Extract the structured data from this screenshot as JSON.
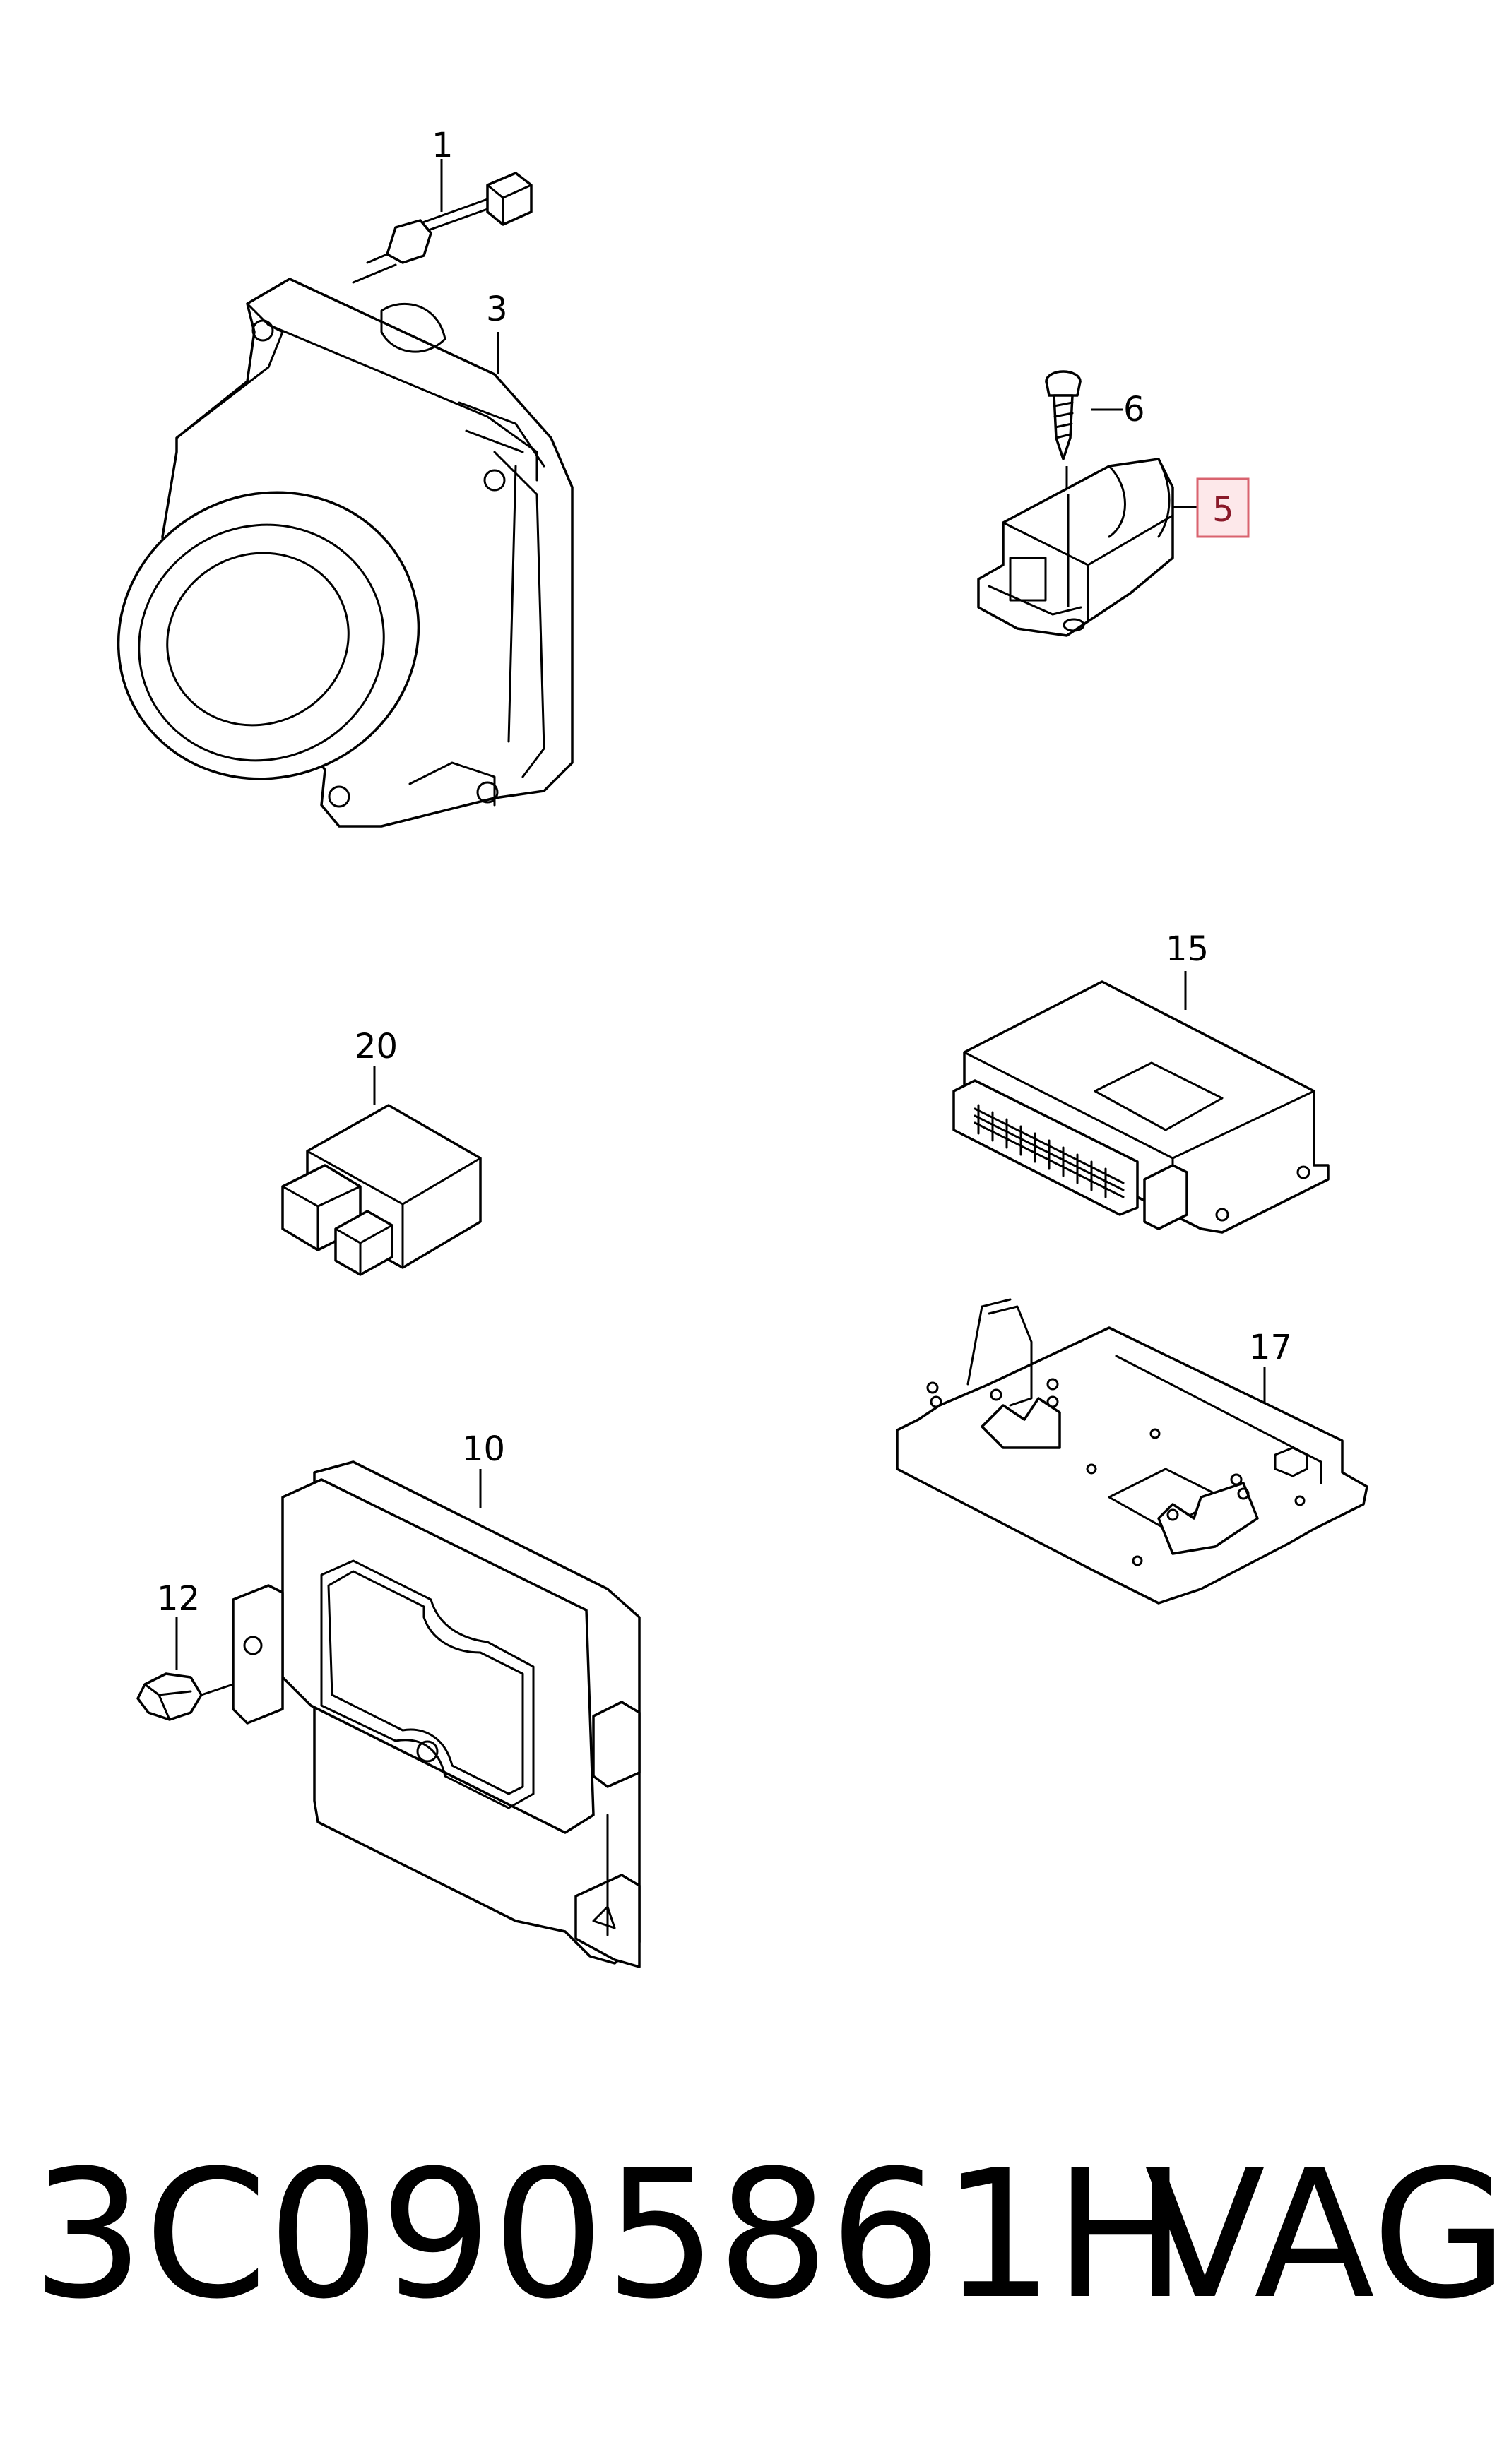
{
  "diagram": {
    "labels": {
      "p1": "1",
      "p3": "3",
      "p5": "5",
      "p6": "6",
      "p10": "10",
      "p12": "12",
      "p15": "15",
      "p17": "17",
      "p20": "20"
    },
    "highlighted_label": "5",
    "highlight_color": "#d9636f"
  },
  "footer": {
    "part_number": "3C0905861H",
    "brand": "VAG"
  }
}
